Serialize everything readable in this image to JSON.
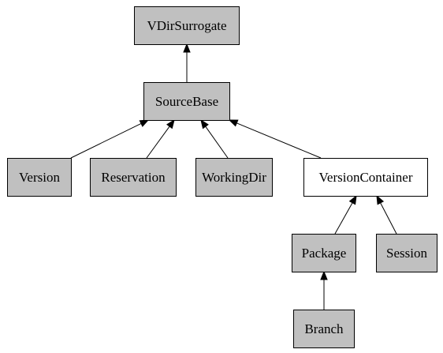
{
  "colors": {
    "shaded_fill": "#c0c0c0",
    "plain_fill": "#ffffff",
    "stroke": "#000000"
  },
  "nodes": [
    {
      "id": "vdirsurrogate",
      "label": "VDirSurrogate",
      "shaded": true
    },
    {
      "id": "sourcebase",
      "label": "SourceBase",
      "shaded": true
    },
    {
      "id": "version",
      "label": "Version",
      "shaded": true
    },
    {
      "id": "reservation",
      "label": "Reservation",
      "shaded": true
    },
    {
      "id": "workingdir",
      "label": "WorkingDir",
      "shaded": true
    },
    {
      "id": "versioncontainer",
      "label": "VersionContainer",
      "shaded": false
    },
    {
      "id": "package",
      "label": "Package",
      "shaded": true
    },
    {
      "id": "session",
      "label": "Session",
      "shaded": true
    },
    {
      "id": "branch",
      "label": "Branch",
      "shaded": true
    }
  ],
  "edges": [
    {
      "from": "sourcebase",
      "to": "vdirsurrogate"
    },
    {
      "from": "version",
      "to": "sourcebase"
    },
    {
      "from": "reservation",
      "to": "sourcebase"
    },
    {
      "from": "workingdir",
      "to": "sourcebase"
    },
    {
      "from": "versioncontainer",
      "to": "sourcebase"
    },
    {
      "from": "package",
      "to": "versioncontainer"
    },
    {
      "from": "session",
      "to": "versioncontainer"
    },
    {
      "from": "branch",
      "to": "package"
    }
  ]
}
